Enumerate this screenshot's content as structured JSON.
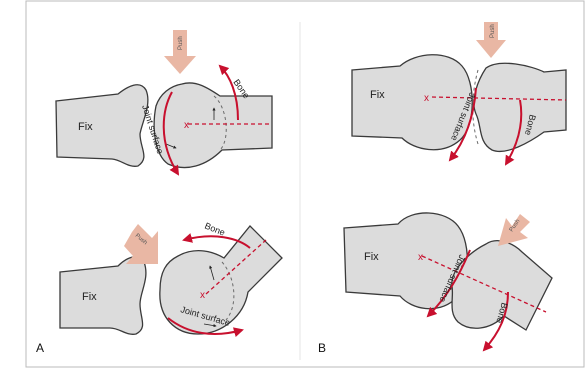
{
  "diagram": {
    "panel_a_letter": "A",
    "panel_b_letter": "B",
    "fixed_label": "Fix",
    "joint_surface_label": "Joint surface",
    "bone_label": "Bone",
    "push_label": "Push",
    "center_mark": "x",
    "accent_color": "#c8102e",
    "push_arrow_color": "#e9b7a4",
    "bone_fill_color": "#dcdcdc"
  }
}
